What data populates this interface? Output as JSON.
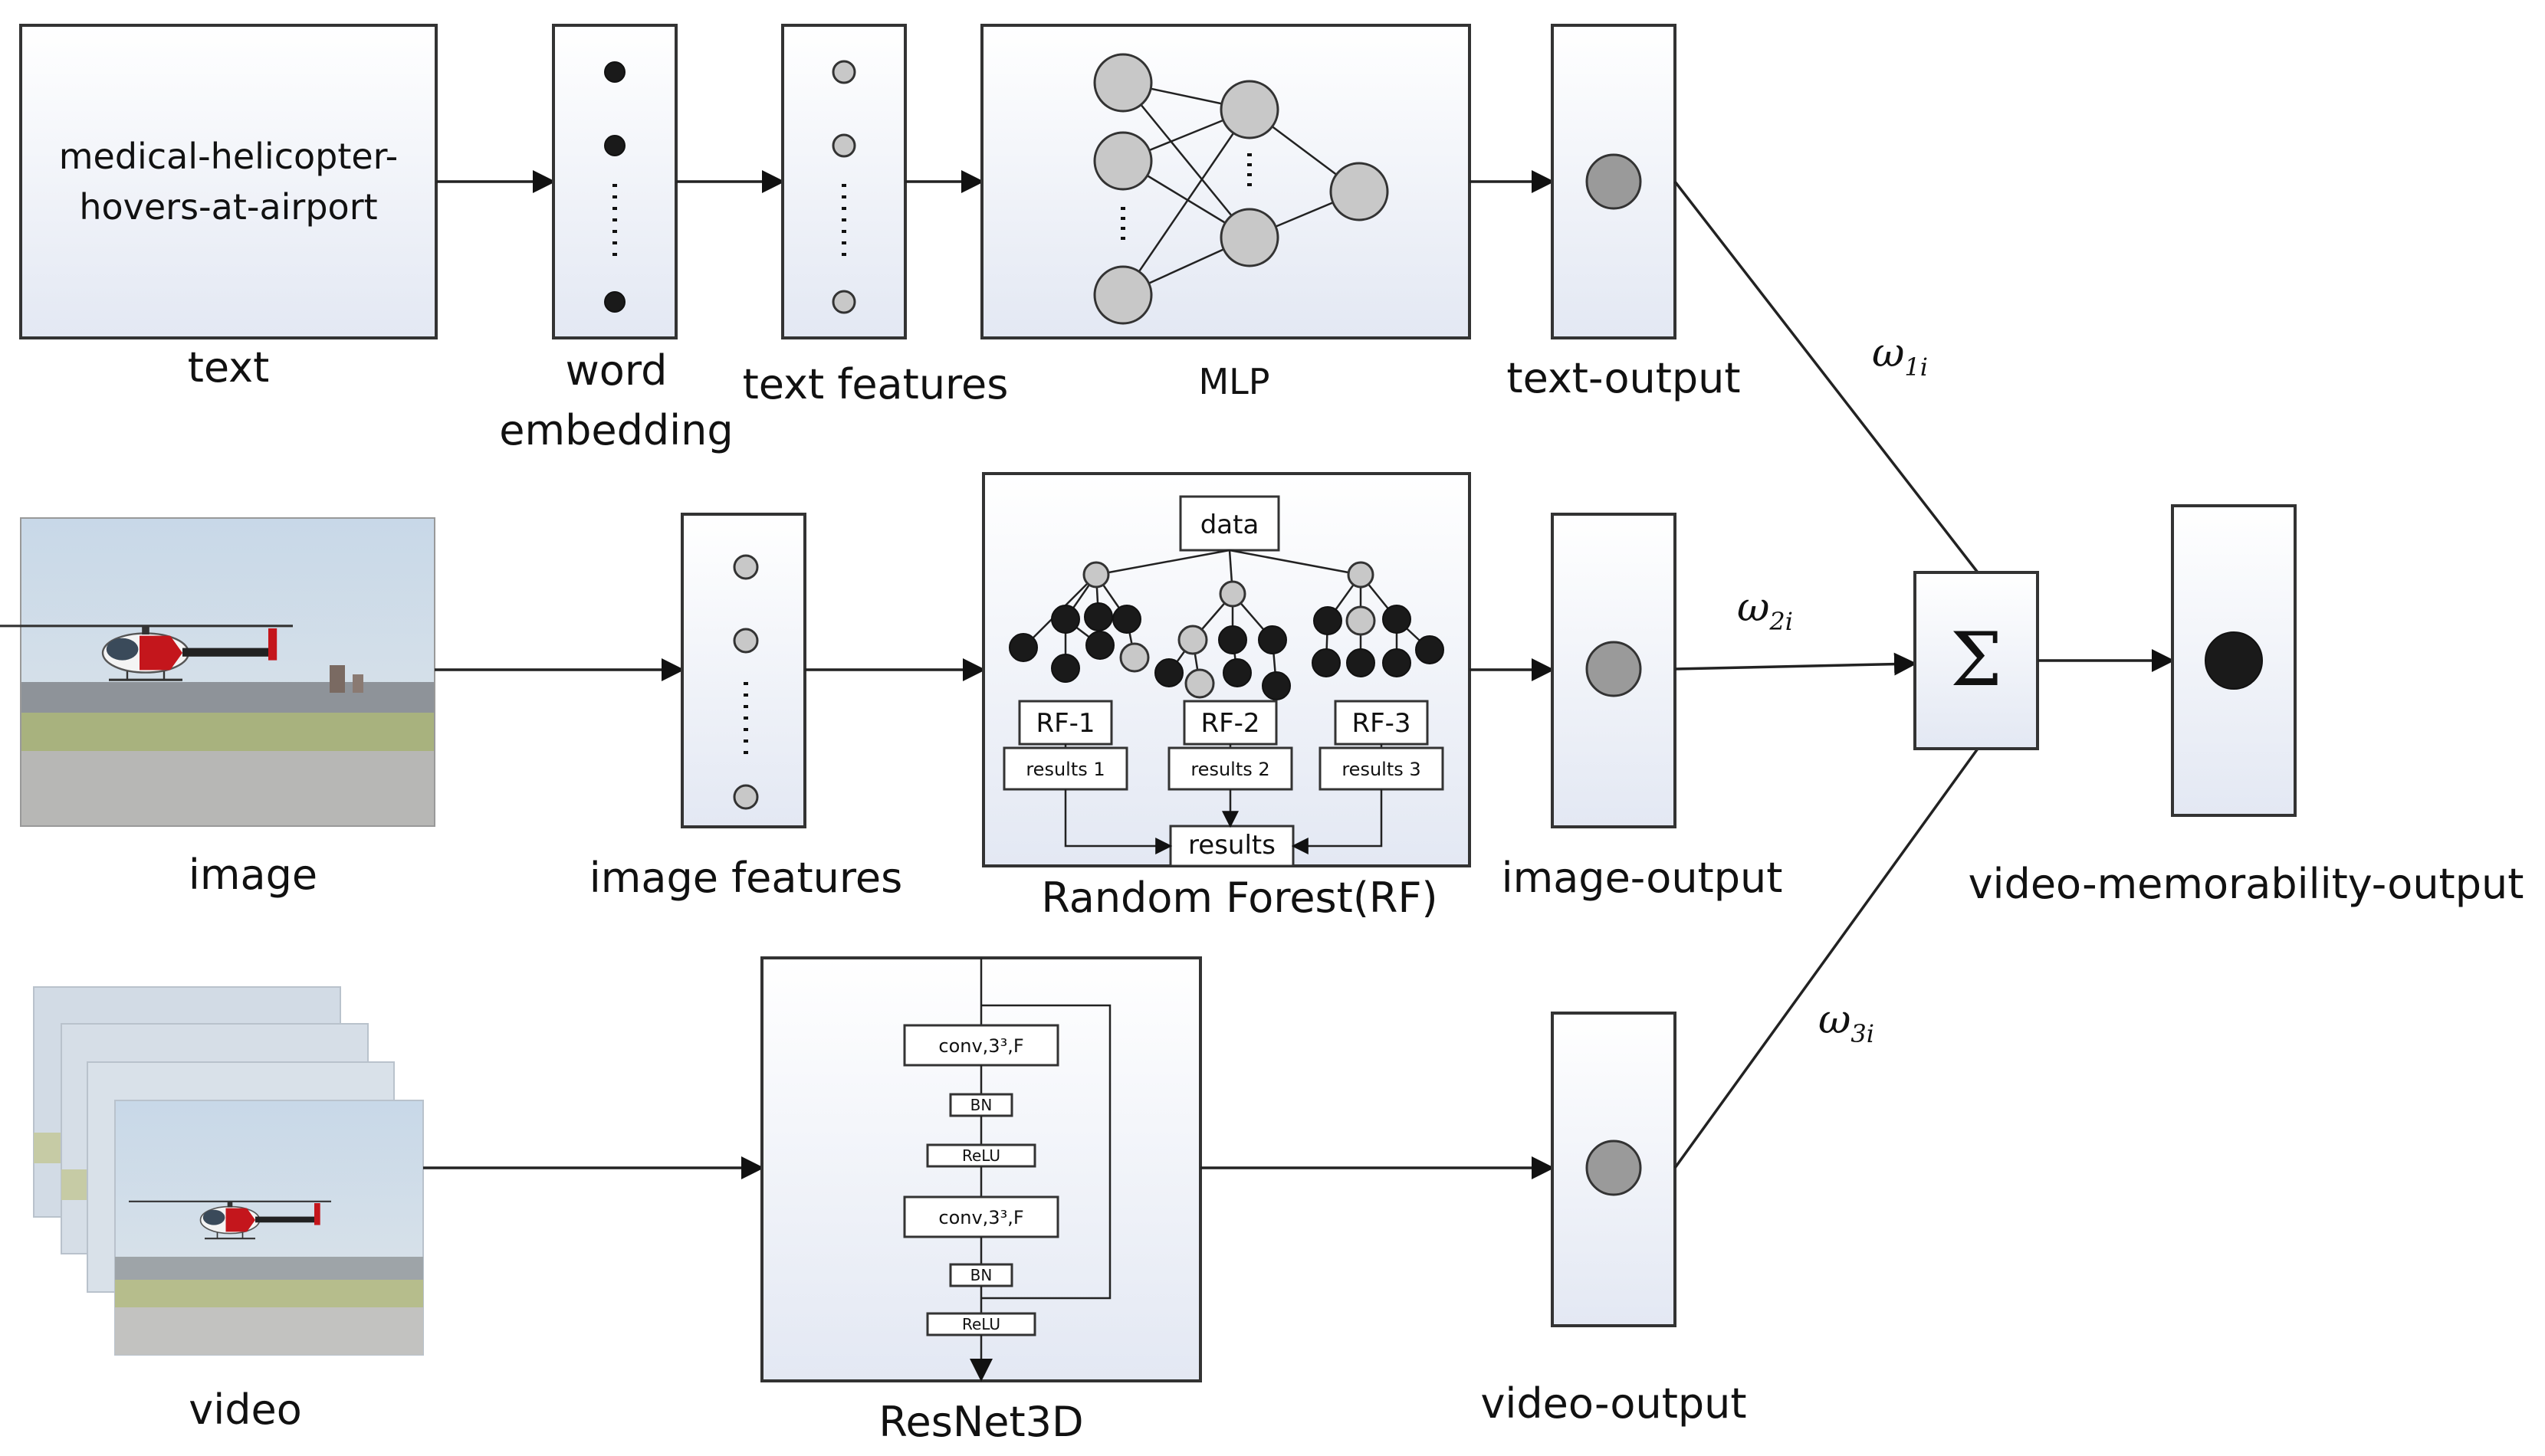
{
  "text_input": {
    "line1": "medical-helicopter-",
    "line2": "hovers-at-airport",
    "label": "text"
  },
  "word_embedding": {
    "label_line1": "word",
    "label_line2": "embedding"
  },
  "text_features": {
    "label": "text features"
  },
  "mlp": {
    "label": "MLP"
  },
  "text_output": {
    "label": "text-output"
  },
  "image_input": {
    "label": "image"
  },
  "image_features": {
    "label": "image features"
  },
  "random_forest": {
    "label": "Random Forest(RF)",
    "data_label": "data",
    "trees": [
      "RF-1",
      "RF-2",
      "RF-3"
    ],
    "results": [
      "results 1",
      "results 2",
      "results 3"
    ],
    "final": "results"
  },
  "image_output": {
    "label": "image-output"
  },
  "video_input": {
    "label": "video"
  },
  "resnet": {
    "label": "ResNet3D",
    "layers": [
      "conv,3³,F",
      "BN",
      "ReLU",
      "conv,3³,F",
      "BN",
      "ReLU"
    ]
  },
  "video_output": {
    "label": "video-output"
  },
  "fusion": {
    "symbol": "Σ"
  },
  "final_output": {
    "label": "video-memorability-output"
  },
  "weights": [
    {
      "symbol": "ω",
      "sub": "1i"
    },
    {
      "symbol": "ω",
      "sub": "2i"
    },
    {
      "symbol": "ω",
      "sub": "3i"
    }
  ],
  "colors": {
    "box_gradient_top": "#ffffff",
    "box_gradient_bottom": "#e3e8f3"
  }
}
